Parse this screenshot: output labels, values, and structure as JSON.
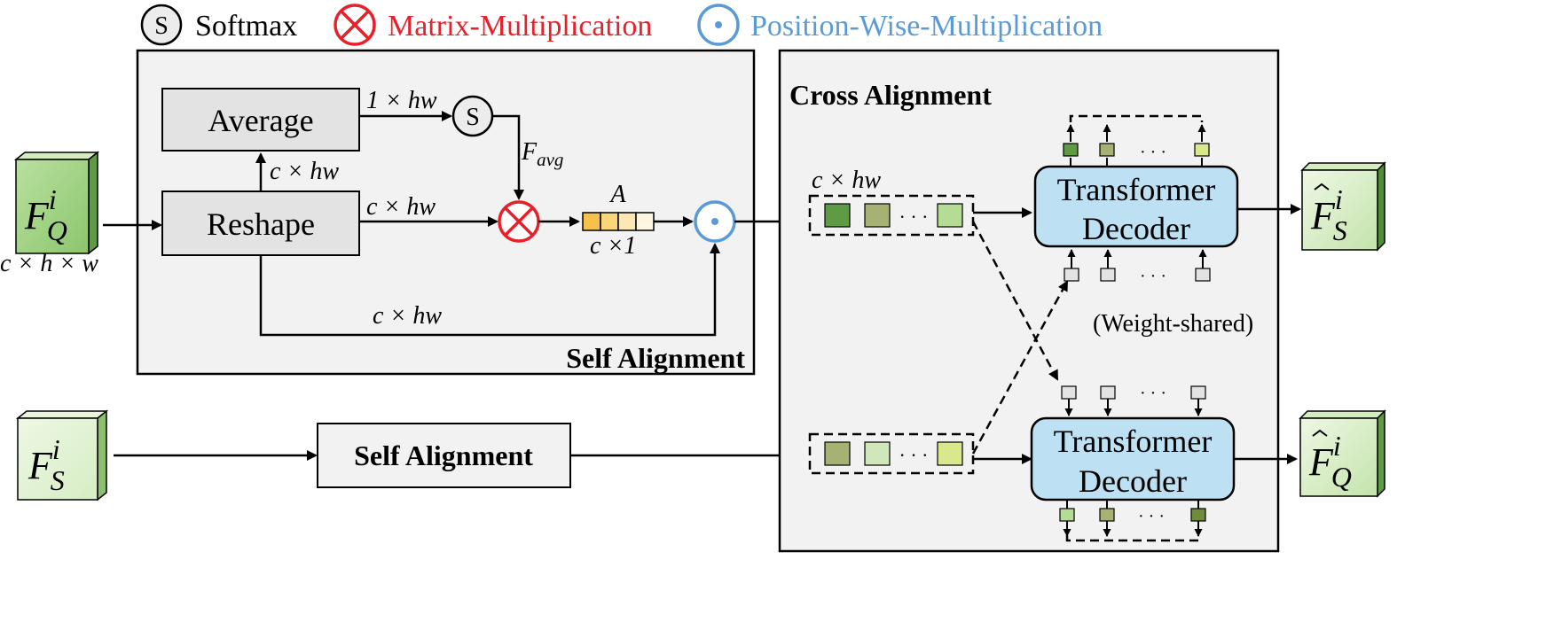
{
  "legend": {
    "softmax": {
      "symbol": "S",
      "label": "Softmax"
    },
    "matmul": {
      "label": "Matrix-Multiplication",
      "color": "#e8202a"
    },
    "poswise": {
      "label": "Position-Wise-Multiplication",
      "color": "#5b9bd5"
    }
  },
  "self_alignment": {
    "title": "Self Alignment",
    "average_label": "Average",
    "reshape_label": "Reshape",
    "dim_1_hw": "1 × hw",
    "dim_c_hw_up": "c × hw",
    "dim_c_hw_mid": "c × hw",
    "dim_c_hw_bottom": "c × hw",
    "f_avg_main": "F",
    "f_avg_sub": "avg",
    "a_label": "A",
    "dim_c_1": "c ×1"
  },
  "inputs": {
    "fq_main": "F",
    "fq_sup": "i",
    "fq_sub": "Q",
    "fq_dim": "c × h × w",
    "fs_main": "F",
    "fs_sup": "i",
    "fs_sub": "S"
  },
  "self_alignment_block": {
    "label": "Self Alignment"
  },
  "cross_alignment": {
    "title": "Cross Alignment",
    "dim_c_hw": "c × hw",
    "decoder_line1": "Transformer",
    "decoder_line2": "Decoder",
    "weight_shared": "(Weight-shared)",
    "ellipsis": "· · ·"
  },
  "outputs": {
    "fs_hat_main": "F",
    "fs_hat_sup": "i",
    "fs_hat_sub": "S",
    "fq_hat_main": "F",
    "fq_hat_sup": "i",
    "fq_hat_sub": "Q"
  }
}
